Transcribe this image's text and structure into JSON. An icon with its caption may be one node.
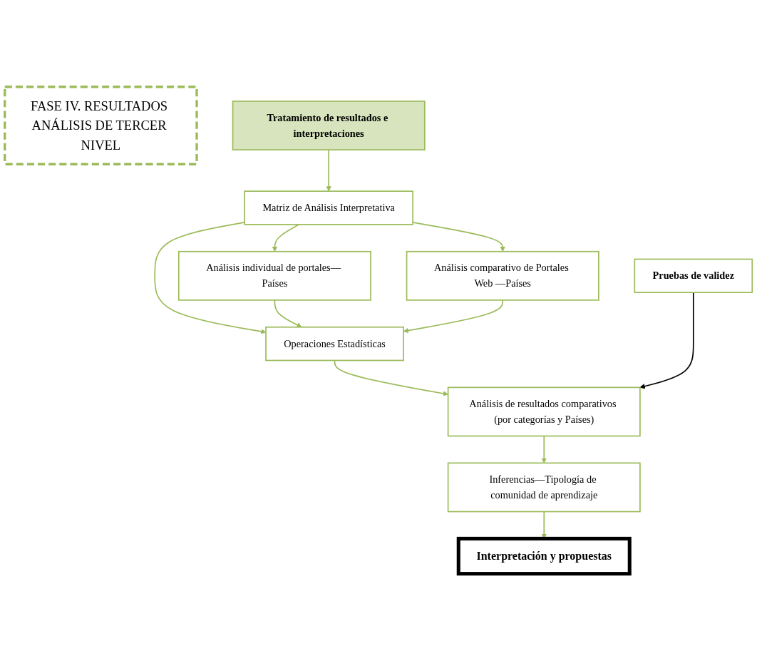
{
  "diagram": {
    "nodes": [
      {
        "text": [
          "FASE IV. RESULTADOS ANÁLISIS DE TERCER NIVEL"
        ]
      },
      {
        "text": [
          "Tratamiento de resultados e interpretaciones"
        ]
      },
      {
        "text": [
          "Análisis individual de portales— Países"
        ]
      },
      {
        "text": [
          "Matriz de Análisis Interpretativa"
        ]
      },
      {
        "text": [
          "Análisis comparativo de Portales Web —Países"
        ]
      },
      {
        "text": [
          "Operaciones Estadísticas"
        ]
      },
      {
        "text": [
          "Pruebas de validez"
        ]
      },
      {
        "text": [
          "Análisis de resultados comparativos (por categorías y Países)"
        ]
      },
      {
        "text": [
          "Inferencias—Tipología de comunidad de aprendizaje"
        ]
      },
      {
        "text": [
          "Interpretación y propuestas"
        ]
      }
    ],
    "edges": [
      {
        "from": 1,
        "to": 3,
        "arrow": "to"
      },
      {
        "from": 3,
        "to": 2,
        "arrow": "to"
      },
      {
        "from": 3,
        "to": 4,
        "arrow": "to"
      },
      {
        "from": 3,
        "to": 5,
        "arrow": "to"
      },
      {
        "from": 2,
        "to": 5,
        "arrow": "to"
      },
      {
        "from": 4,
        "to": 5,
        "arrow": "to"
      },
      {
        "from": 5,
        "to": 7,
        "arrow": "to"
      },
      {
        "from": 6,
        "to": 7,
        "arrow": "to",
        "color": "#000000"
      },
      {
        "from": 7,
        "to": 8,
        "arrow": "to"
      },
      {
        "from": 8,
        "to": 9,
        "arrow": "to"
      }
    ]
  }
}
